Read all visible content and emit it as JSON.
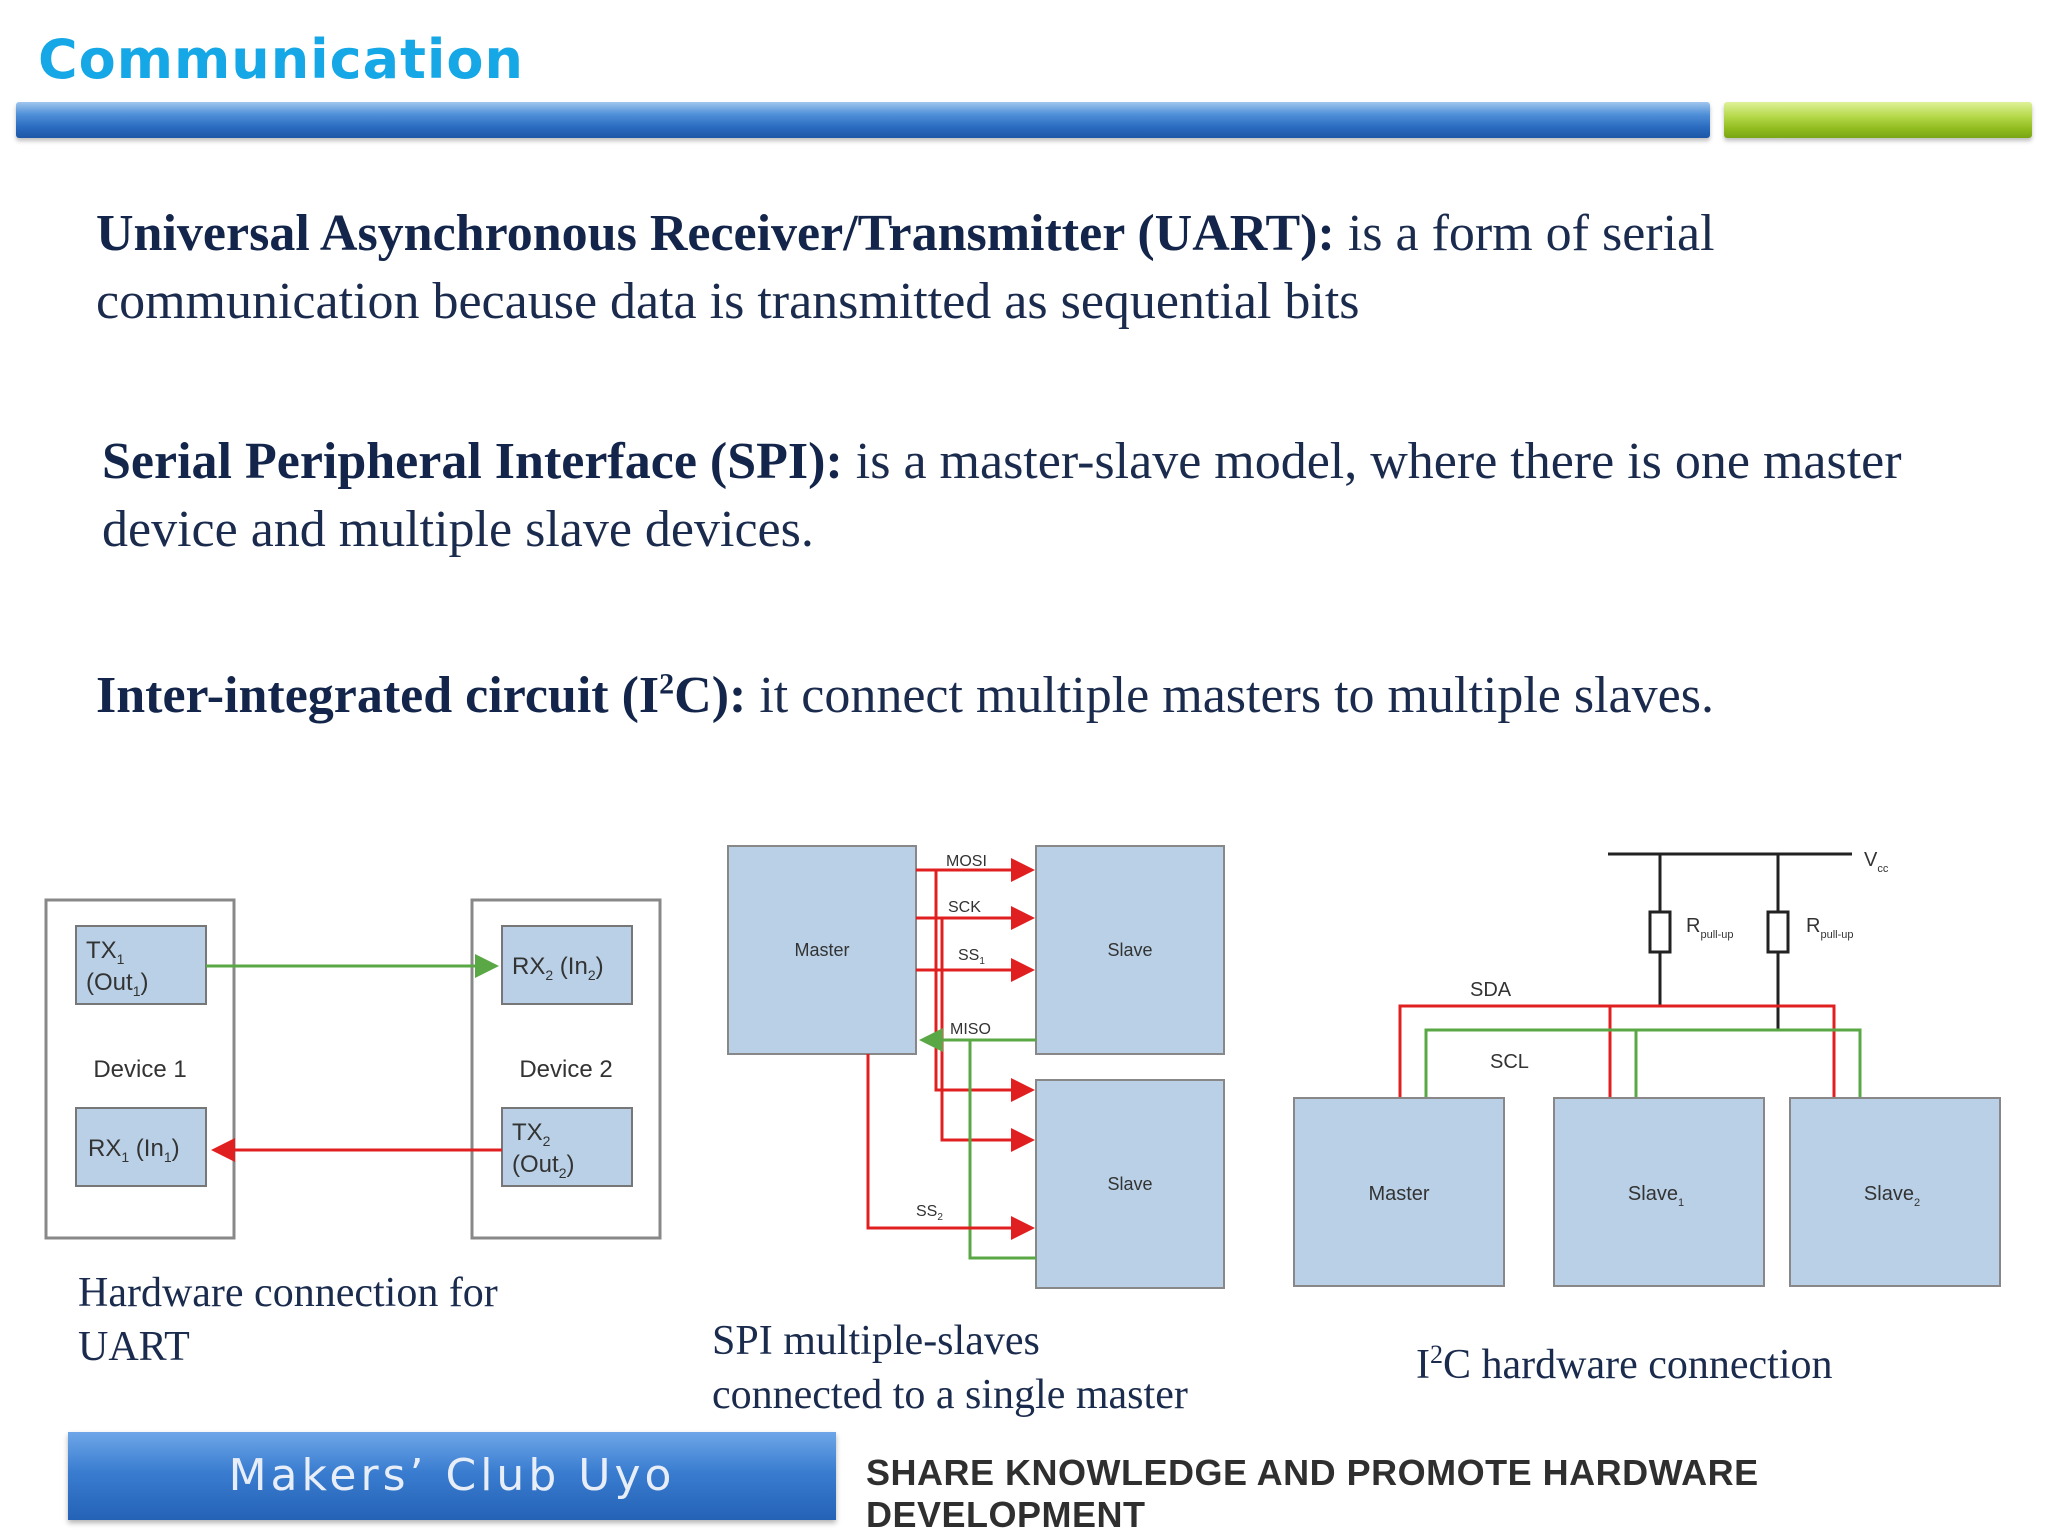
{
  "header": {
    "title": "Communication"
  },
  "uart": {
    "term": "Universal Asynchronous Receiver/Transmitter (UART):",
    "text": " is a form of serial communication because data is transmitted as sequential bits"
  },
  "spi": {
    "term": "Serial Peripheral Interface (SPI):",
    "text": " is a master-slave model, where there is one master device and multiple slave devices."
  },
  "i2c": {
    "term_pre": "Inter-integrated circuit (I",
    "term_sup": "2",
    "term_post": "C):",
    "text": " it connect multiple masters to multiple slaves."
  },
  "uart_diagram": {
    "device1": "Device 1",
    "device2": "Device 2",
    "tx1": "TX",
    "tx1_sub": "1",
    "out1": "(Out",
    "out1_sub": "1",
    "out1_end": ")",
    "rx1": "RX",
    "rx1_sub": "1",
    "in1": " (In",
    "in1_sub": "1",
    "in1_end": ")",
    "rx2": "RX",
    "rx2_sub": "2",
    "in2": " (In",
    "in2_sub": "2",
    "in2_end": ")",
    "tx2": "TX",
    "tx2_sub": "2",
    "out2": "(Out",
    "out2_sub": "2",
    "out2_end": ")",
    "colors": {
      "green": "#5aa845",
      "red": "#e02020"
    }
  },
  "spi_diagram": {
    "master": "Master",
    "slave_top": "Slave",
    "slave_bottom": "Slave",
    "mosi": "MOSI",
    "sck": "SCK",
    "ss1": "SS",
    "ss1_sub": "1",
    "miso": "MISO",
    "ss2": "SS",
    "ss2_sub": "2"
  },
  "i2c_diagram": {
    "vcc": "V",
    "vcc_sub": "cc",
    "r1": "R",
    "r1_sub": "pull-up",
    "r2": "R",
    "r2_sub": "pull-up",
    "sda": "SDA",
    "scl": "SCL",
    "master": "Master",
    "slave1": "Slave",
    "slave1_sub": "1",
    "slave2": "Slave",
    "slave2_sub": "2"
  },
  "captions": {
    "uart_l1": "Hardware connection for",
    "uart_l2": "UART",
    "spi_l1": "SPI multiple-slaves",
    "spi_l2": "connected to a single master",
    "i2c_pre": "I",
    "i2c_sup": "2",
    "i2c_post": "C hardware connection"
  },
  "footer": {
    "club": "Makers’ Club Uyo",
    "slogan": "SHARE KNOWLEDGE AND PROMOTE HARDWARE DEVELOPMENT"
  }
}
